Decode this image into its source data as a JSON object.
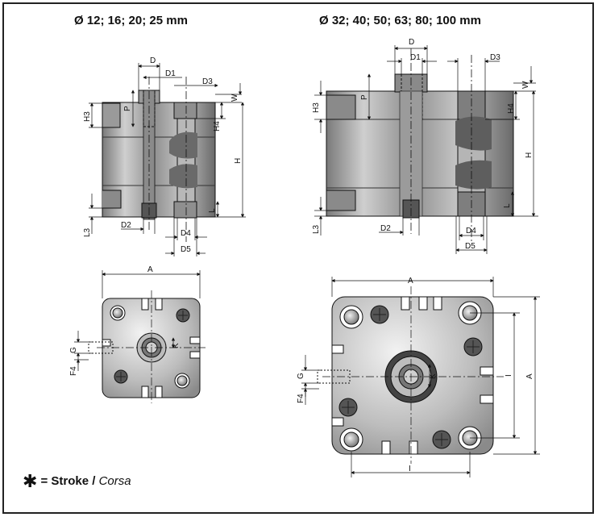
{
  "titles": {
    "left": "Ø 12; 16; 20; 25 mm",
    "right": "Ø 32; 40; 50; 63; 80; 100 mm"
  },
  "labels": {
    "D": "D",
    "D1": "D1",
    "D2": "D2",
    "D3": "D3",
    "D4": "D4",
    "D5": "D5",
    "H": "H",
    "H3": "H3",
    "H4": "H4",
    "L": "L",
    "L3": "L3",
    "P": "P",
    "W": "W",
    "A": "A",
    "G": "G",
    "F4": "F4",
    "K": "K",
    "I": "I"
  },
  "note": {
    "star": "✱",
    "text_bold": "= Stroke / ",
    "text_italic": "Corsa"
  },
  "colors": {
    "border": "#222222",
    "metal_dark": "#6f6f6f",
    "metal_mid": "#9a9a9a",
    "metal_light": "#d6d6d6",
    "line": "#111111"
  }
}
